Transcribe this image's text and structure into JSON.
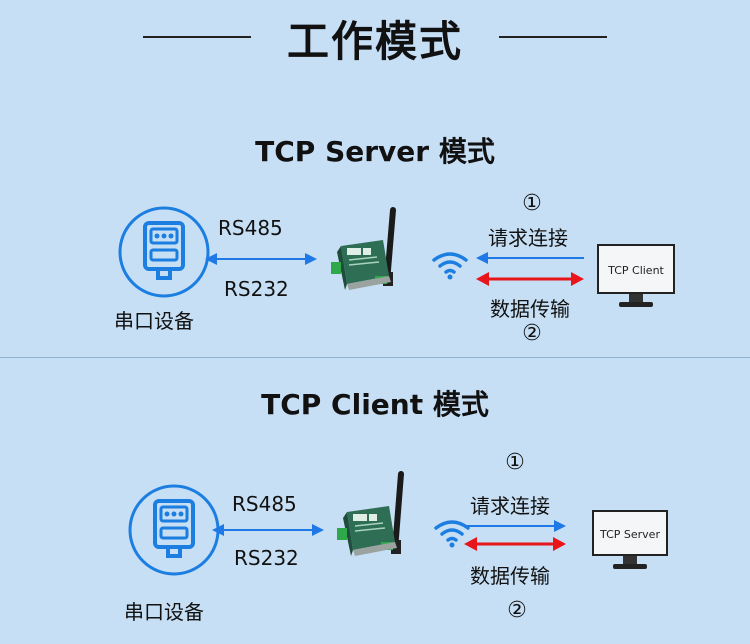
{
  "header": {
    "title": "工作模式"
  },
  "server_section": {
    "title": "TCP Server 模式",
    "device_label": "串口设备",
    "protocol_top": "RS485",
    "protocol_bottom": "RS232",
    "step1": "①",
    "request_label": "请求连接",
    "transfer_label": "数据传输",
    "step2": "②",
    "monitor_text": "TCP Client"
  },
  "client_section": {
    "title": "TCP Client 模式",
    "device_label": "串口设备",
    "protocol_top": "RS485",
    "protocol_bottom": "RS232",
    "step1": "①",
    "request_label": "请求连接",
    "transfer_label": "数据传输",
    "step2": "②",
    "monitor_text": "TCP Server"
  },
  "colors": {
    "background": "#c6dff5",
    "blue_arrow": "#1e78e6",
    "red_arrow": "#e8151b",
    "icon_blue": "#1b7ee0"
  },
  "icons": [
    "serial-port-icon",
    "router-icon",
    "wifi-icon",
    "monitor-icon"
  ]
}
